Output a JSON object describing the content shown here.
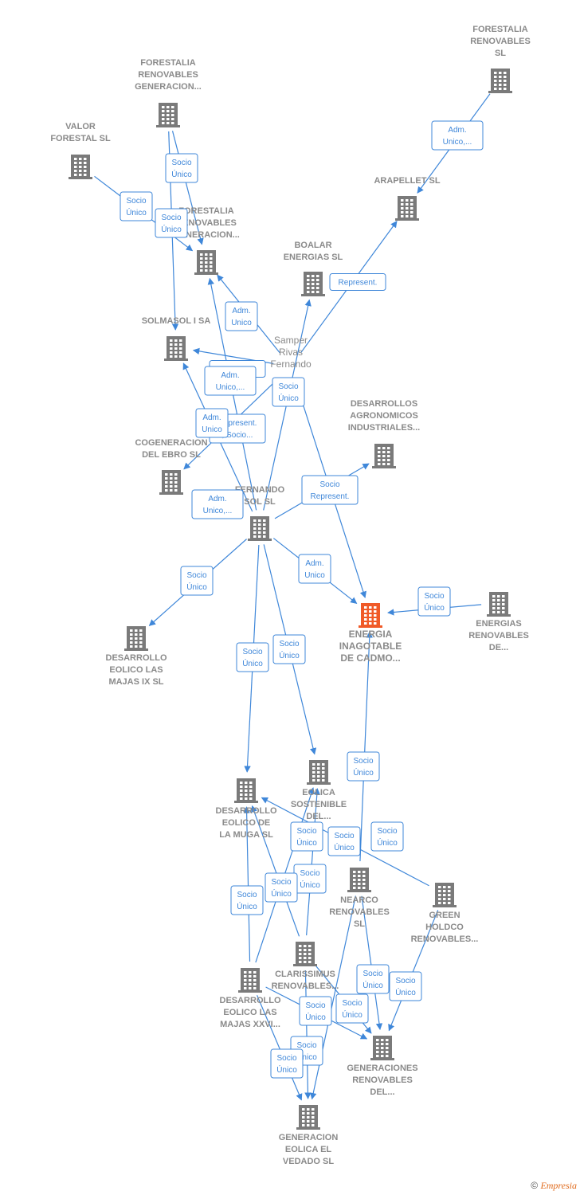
{
  "colors": {
    "edge": "#3f87d9",
    "node": "#7a7a7a",
    "main_node": "#f05a28",
    "label": "#8a8a8a"
  },
  "nodes": [
    {
      "id": "forestalia_sl",
      "lines": [
        "FORESTALIA",
        "RENOVABLES",
        "SL"
      ],
      "icon": "building-icon"
    },
    {
      "id": "forestalia_gen1",
      "lines": [
        "FORESTALIA",
        "RENOVABLES",
        "GENERACION..."
      ],
      "icon": "building-icon"
    },
    {
      "id": "valor",
      "lines": [
        "VALOR",
        "FORESTAL SL"
      ],
      "icon": "building-icon"
    },
    {
      "id": "forestalia_gen2",
      "lines": [
        "FORESTALIA",
        "RENOVABLES",
        "GENERACION..."
      ],
      "icon": "building-icon"
    },
    {
      "id": "arapellet",
      "lines": [
        "ARAPELLET SL"
      ],
      "icon": "building-icon"
    },
    {
      "id": "boalar",
      "lines": [
        "BOALAR",
        "ENERGIAS SL"
      ],
      "icon": "building-icon"
    },
    {
      "id": "solmasol",
      "lines": [
        "SOLMASOL I SA"
      ],
      "icon": "building-icon"
    },
    {
      "id": "samper",
      "lines": [
        "Samper",
        "Rivas",
        "Fernando"
      ],
      "icon": "person"
    },
    {
      "id": "desarrollos_agro",
      "lines": [
        "DESARROLLOS",
        "AGRONOMICOS",
        "INDUSTRIALES..."
      ],
      "icon": "building-icon"
    },
    {
      "id": "cogeneracion",
      "lines": [
        "COGENERACION",
        "DEL EBRO SL"
      ],
      "icon": "building-icon"
    },
    {
      "id": "fernando_sol",
      "lines": [
        "FERNANDO",
        "SOL SL"
      ],
      "icon": "building-icon"
    },
    {
      "id": "energia_inagotable",
      "lines": [
        "ENERGIA",
        "INAGOTABLE",
        "DE CADMO..."
      ],
      "icon": "building-icon",
      "main": true
    },
    {
      "id": "energias_renovables",
      "lines": [
        "ENERGIAS",
        "RENOVABLES",
        "DE..."
      ],
      "icon": "building-icon"
    },
    {
      "id": "desarrollo_majas_ix",
      "lines": [
        "DESARROLLO",
        "EOLICO LAS",
        "MAJAS IX SL"
      ],
      "icon": "building-icon"
    },
    {
      "id": "eolica_sostenible",
      "lines": [
        "EOLICA",
        "SOSTENIBLE",
        "DEL..."
      ],
      "icon": "building-icon"
    },
    {
      "id": "desarrollo_muga",
      "lines": [
        "DESARROLLO",
        "EOLICO DE",
        "LA MUGA SL"
      ],
      "icon": "building-icon"
    },
    {
      "id": "nearco",
      "lines": [
        "NEARCO",
        "RENOVABLES",
        "SL"
      ],
      "icon": "building-icon"
    },
    {
      "id": "green_holdco",
      "lines": [
        "GREEN",
        "HOLDCO",
        "RENOVABLES..."
      ],
      "icon": "building-icon"
    },
    {
      "id": "clarissimus",
      "lines": [
        "CLARISSIMUS",
        "RENOVABLES..."
      ],
      "icon": "building-icon"
    },
    {
      "id": "desarrollo_majas_xxvi",
      "lines": [
        "DESARROLLO",
        "EOLICO LAS",
        "MAJAS XXVI..."
      ],
      "icon": "building-icon"
    },
    {
      "id": "generaciones_renovables",
      "lines": [
        "GENERACIONES",
        "RENOVABLES",
        "DEL..."
      ],
      "icon": "building-icon"
    },
    {
      "id": "generacion_vedado",
      "lines": [
        "GENERACION",
        "EOLICA EL",
        "VEDADO SL"
      ],
      "icon": "building-icon"
    }
  ],
  "edges": [
    {
      "from": "forestalia_sl",
      "to": "arapellet",
      "label": [
        "Adm.",
        "Unico,..."
      ]
    },
    {
      "from": "forestalia_gen1",
      "to": "forestalia_gen2",
      "label": [
        "Socio",
        "Único"
      ]
    },
    {
      "from": "forestalia_gen1",
      "to": "solmasol",
      "label": [
        "Socio",
        "Único"
      ]
    },
    {
      "from": "valor",
      "to": "forestalia_gen2",
      "label": [
        "Socio",
        "Único"
      ]
    },
    {
      "from": "samper",
      "to": "forestalia_gen2",
      "label": [
        "Adm.",
        "Unico"
      ]
    },
    {
      "from": "samper",
      "to": "arapellet",
      "label": [
        "Represent."
      ]
    },
    {
      "from": "samper",
      "to": "energia_inagotable",
      "label": [
        "Socio",
        "Único"
      ]
    },
    {
      "from": "samper",
      "to": "solmasol",
      "label": [
        "Represent."
      ]
    },
    {
      "from": "samper",
      "to": "cogeneracion",
      "label": [
        "Represent.",
        ", Socio..."
      ]
    },
    {
      "from": "fernando_sol",
      "to": "boalar",
      "label": [
        "Adm.",
        "Unico,..."
      ]
    },
    {
      "from": "fernando_sol",
      "to": "solmasol",
      "label": [
        "Adm.",
        "Unico"
      ]
    },
    {
      "from": "fernando_sol",
      "to": "forestalia_gen2",
      "label": [
        "Adm.",
        "Unico,..."
      ]
    },
    {
      "from": "fernando_sol",
      "to": "desarrollos_agro",
      "label": [
        "Socio",
        "Represent."
      ]
    },
    {
      "from": "fernando_sol",
      "to": "energia_inagotable",
      "label": [
        "Adm.",
        "Unico"
      ]
    },
    {
      "from": "fernando_sol",
      "to": "desarrollo_majas_ix",
      "label": [
        "Socio",
        "Único"
      ]
    },
    {
      "from": "fernando_sol",
      "to": "desarrollo_muga",
      "label": [
        "Socio",
        "Único"
      ]
    },
    {
      "from": "fernando_sol",
      "to": "eolica_sostenible",
      "label": [
        "Socio",
        "Único"
      ]
    },
    {
      "from": "energias_renovables",
      "to": "energia_inagotable",
      "label": [
        "Socio",
        "Único"
      ]
    },
    {
      "from": "nearco",
      "to": "energia_inagotable",
      "label": [
        "Socio",
        "Único"
      ]
    },
    {
      "from": "green_holdco",
      "to": "desarrollo_muga",
      "label": [
        "Socio",
        "Único"
      ]
    },
    {
      "from": "clarissimus",
      "to": "desarrollo_muga",
      "label": [
        "Socio",
        "Único"
      ]
    },
    {
      "from": "clarissimus",
      "to": "eolica_sostenible",
      "label": [
        "Socio",
        "Único"
      ]
    },
    {
      "from": "desarrollo_majas_xxvi",
      "to": "desarrollo_muga",
      "label": [
        "Socio",
        "Único"
      ]
    },
    {
      "from": "desarrollo_majas_xxvi",
      "to": "eolica_sostenible",
      "label": [
        "Socio",
        "Único"
      ]
    },
    {
      "from": "nearco",
      "to": "generaciones_renovables",
      "label": [
        "Socio",
        "Único"
      ]
    },
    {
      "from": "green_holdco",
      "to": "generaciones_renovables",
      "label": [
        "Socio",
        "Único"
      ]
    },
    {
      "from": "clarissimus",
      "to": "generaciones_renovables",
      "label": [
        "Socio",
        "Único"
      ]
    },
    {
      "from": "desarrollo_majas_xxvi",
      "to": "generaciones_renovables",
      "label": [
        "Socio",
        "Único"
      ]
    },
    {
      "from": "nearco",
      "to": "generacion_vedado",
      "label": [
        "Socio",
        "Único"
      ]
    },
    {
      "from": "clarissimus",
      "to": "generacion_vedado",
      "label": [
        "Socio",
        "Único"
      ]
    },
    {
      "from": "desarrollo_majas_xxvi",
      "to": "generacion_vedado",
      "label": [
        "Socio",
        "Único"
      ]
    }
  ],
  "copyright": {
    "symbol": "©",
    "brand": "Empresia"
  }
}
